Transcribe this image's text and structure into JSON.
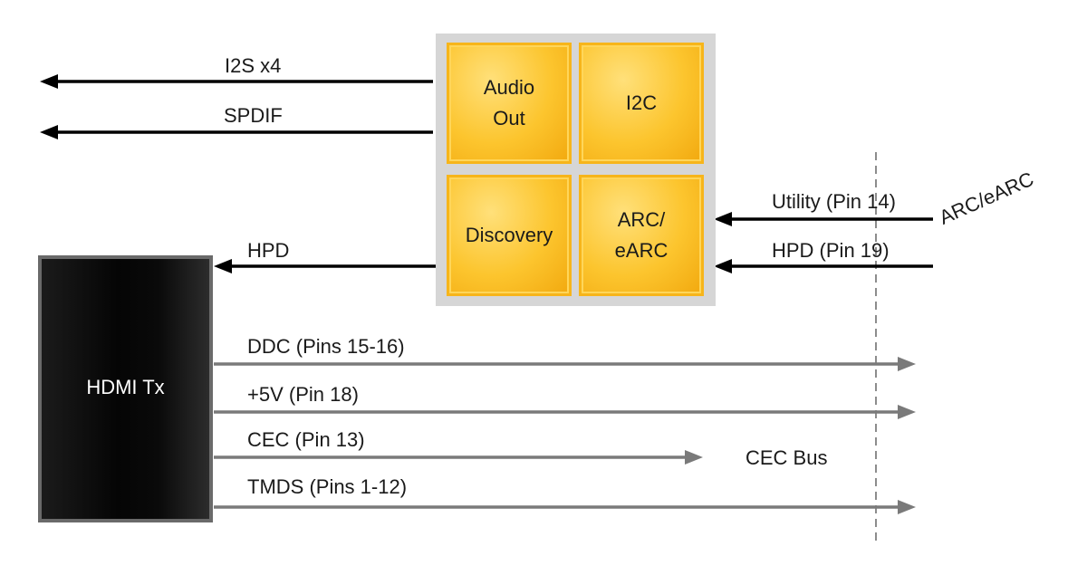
{
  "colors": {
    "black_arrow": "#000000",
    "gray_arrow": "#7a7a7a",
    "block_gold": "#fcc52e",
    "block_frame": "#d6d6d6",
    "tx_block": "#0a0a0a"
  },
  "blocks": {
    "audio_out": "Audio\nOut",
    "i2c": "I2C",
    "discovery": "Discovery",
    "arc_earc": "ARC/\neARC",
    "hdmi_tx": "HDMI Tx"
  },
  "signals": {
    "i2s": "I2S x4",
    "spdif": "SPDIF",
    "hpd": "HPD",
    "utility": "Utility (Pin 14)",
    "hpd_pin": "HPD (Pin 19)",
    "arc_side": "ARC/eARC",
    "ddc": "DDC (Pins 15-16)",
    "five_v": "+5V (Pin 18)",
    "cec": "CEC (Pin 13)",
    "cec_bus": "CEC Bus",
    "tmds": "TMDS (Pins 1-12)"
  }
}
